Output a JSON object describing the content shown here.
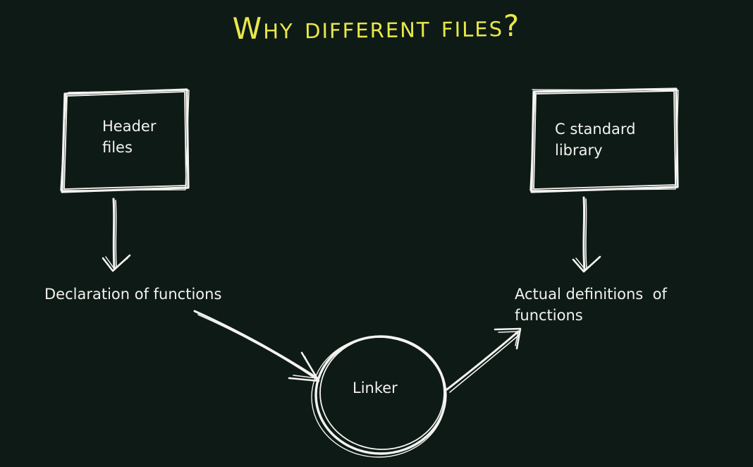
{
  "title": "Why different files?",
  "nodes": {
    "header_files": {
      "lines": [
        "Header",
        "files"
      ]
    },
    "c_standard_library": {
      "lines": [
        "C standard",
        "library"
      ]
    },
    "declaration": {
      "text": "Declaration of functions"
    },
    "definitions": {
      "lines": [
        "Actual definitions  of",
        "functions"
      ]
    },
    "linker": {
      "text": "Linker"
    }
  },
  "colors": {
    "background": "#0e1a16",
    "title": "#e8e84a",
    "stroke": "#f4f4f0",
    "text": "#f2f2ee"
  }
}
